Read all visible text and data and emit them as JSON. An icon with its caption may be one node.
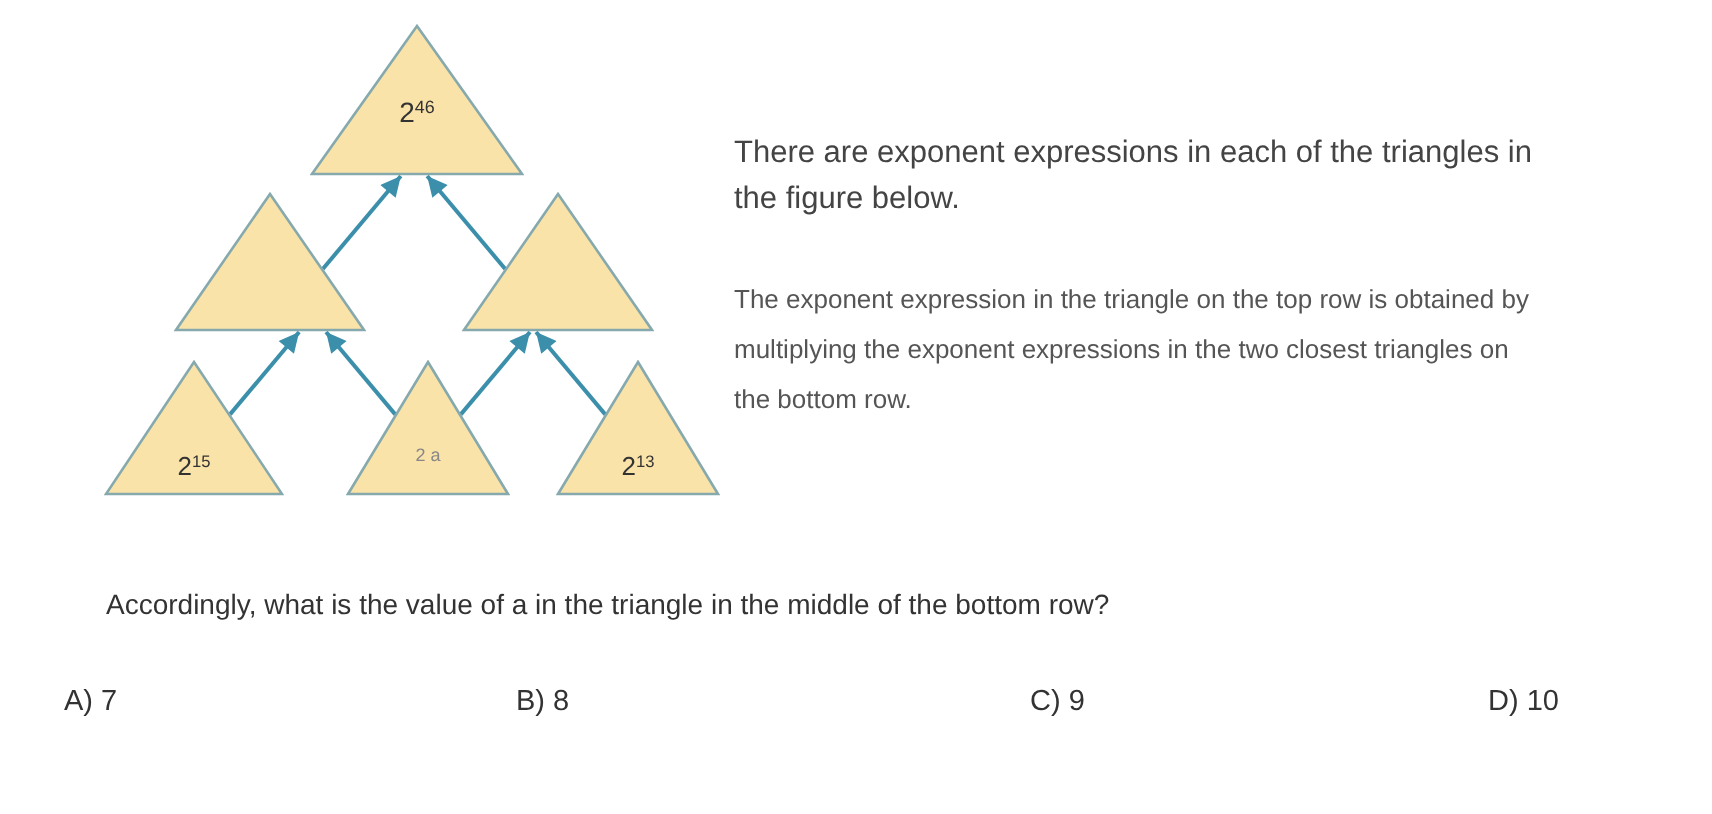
{
  "diagram": {
    "nodes": [
      {
        "text": [
          "2$^{46}$"
        ]
      },
      {
        "text": [],
        "shape": "triangle"
      },
      {
        "text": [],
        "shape": "triangle"
      },
      {
        "text": [
          "2$^{15}$"
        ]
      },
      {
        "text": [
          "2 a"
        ]
      },
      {
        "text": [
          "2$^{13}$"
        ]
      }
    ],
    "edges": [
      {
        "from": 1,
        "to": 0,
        "arrow": "to"
      },
      {
        "from": 2,
        "to": 0,
        "arrow": "to"
      },
      {
        "from": 3,
        "to": 1,
        "arrow": "to"
      },
      {
        "from": 4,
        "to": 1,
        "arrow": "to"
      },
      {
        "from": 4,
        "to": 2,
        "arrow": "to"
      },
      {
        "from": 5,
        "to": 2,
        "arrow": "to"
      }
    ],
    "labels": [
      "There are exponent expressions in each of the triangles in the figure below.",
      "The exponent expression in the triangle on the top row is obtained by multiplying the exponent expressions in the two closest triangles on the bottom row.",
      "Accordingly, what is the value of a in the triangle in the middle of the bottom row?",
      "A) 7",
      "B) 8",
      "C) 9",
      "D) 10"
    ]
  }
}
